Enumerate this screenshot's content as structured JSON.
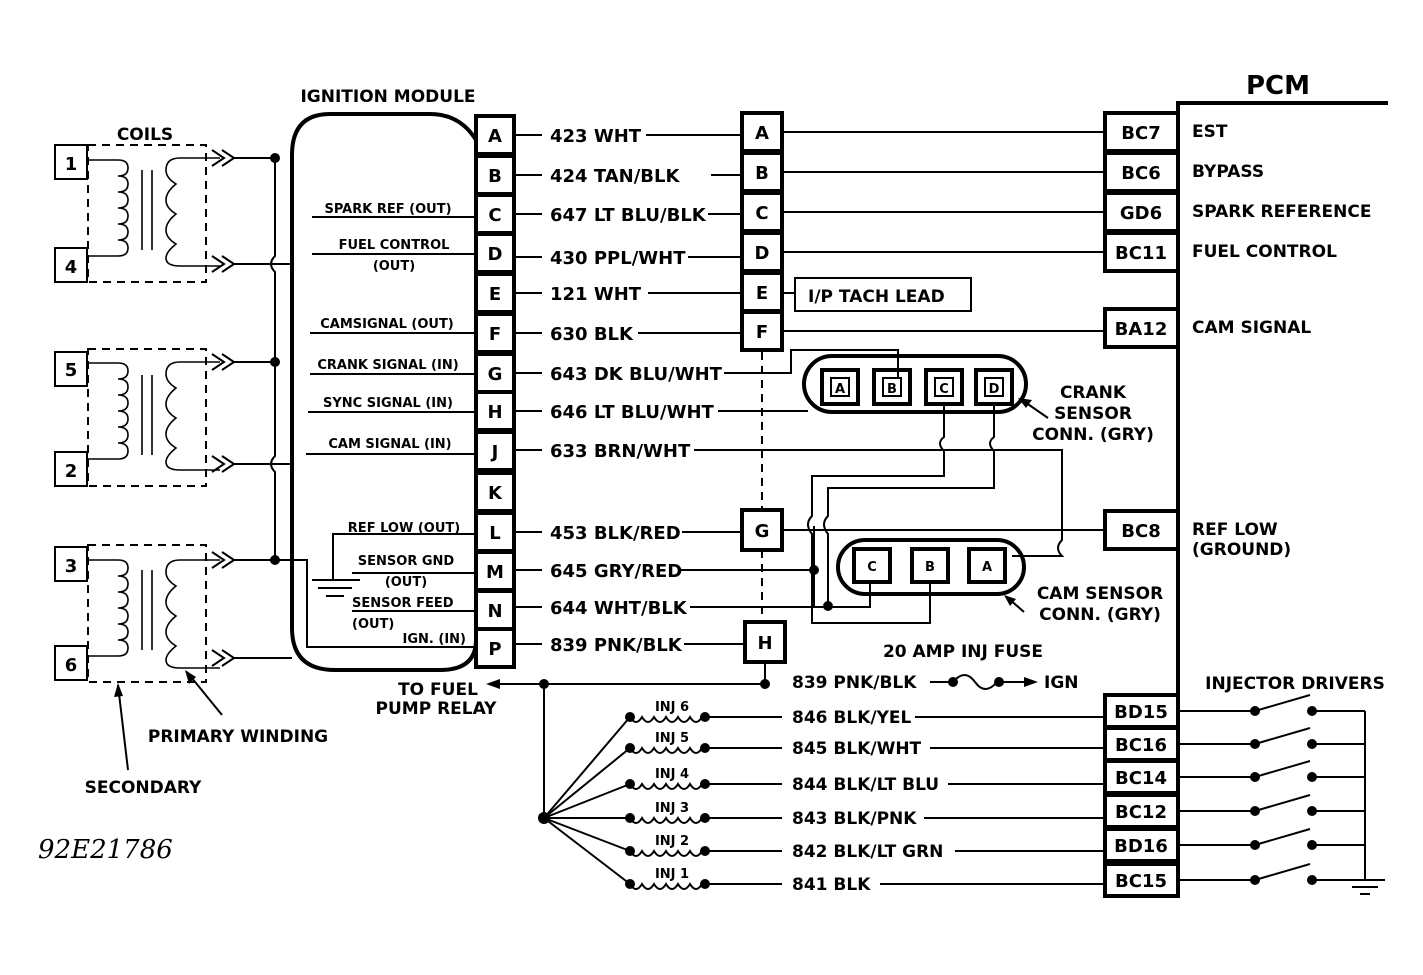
{
  "diagram": {
    "figure_id": "92E21786",
    "ignition_module": {
      "title": "IGNITION MODULE",
      "pins": [
        "A",
        "B",
        "C",
        "D",
        "E",
        "F",
        "G",
        "H",
        "J",
        "K",
        "L",
        "M",
        "N",
        "P"
      ],
      "internal_labels": {
        "C": "SPARK REF (OUT)",
        "D_1": "FUEL CONTROL",
        "D_2": "(OUT)",
        "F": "CAMSIGNAL (OUT)",
        "G": "CRANK SIGNAL (IN)",
        "H": "SYNC SIGNAL (IN)",
        "J": "CAM SIGNAL (IN)",
        "L": "REF LOW (OUT)",
        "M_1": "SENSOR GND",
        "M_2": "(OUT)",
        "N_1": "SENSOR FEED",
        "N_2": "(OUT)",
        "P": "IGN. (IN)"
      }
    },
    "coils": {
      "title": "COILS",
      "terminals": [
        "1",
        "4",
        "5",
        "2",
        "3",
        "6"
      ],
      "primary_label": "PRIMARY WINDING",
      "secondary_label": "SECONDARY"
    },
    "wires": [
      {
        "pin": "A",
        "circuit": "423 WHT"
      },
      {
        "pin": "B",
        "circuit": "424 TAN/BLK"
      },
      {
        "pin": "C",
        "circuit": "647 LT BLU/BLK"
      },
      {
        "pin": "D",
        "circuit": "430 PPL/WHT"
      },
      {
        "pin": "E",
        "circuit": "121 WHT"
      },
      {
        "pin": "F",
        "circuit": "630 BLK"
      },
      {
        "pin": "G",
        "circuit": "643 DK BLU/WHT"
      },
      {
        "pin": "H",
        "circuit": "646 LT BLU/WHT"
      },
      {
        "pin": "J",
        "circuit": "633 BRN/WHT"
      },
      {
        "pin": "L",
        "circuit": "453 BLK/RED"
      },
      {
        "pin": "M",
        "circuit": "645 GRY/RED"
      },
      {
        "pin": "N",
        "circuit": "644 WHT/BLK"
      },
      {
        "pin": "P",
        "circuit": "839 PNK/BLK"
      }
    ],
    "connector": {
      "pins_upper": [
        "A",
        "B",
        "C",
        "D",
        "E",
        "F"
      ],
      "pin_g": "G",
      "pin_h": "H",
      "tach_lead": "I/P TACH LEAD"
    },
    "crank_sensor": {
      "pins": [
        "A",
        "B",
        "C",
        "D"
      ],
      "label_1": "CRANK",
      "label_2": "SENSOR",
      "label_3": "CONN. (GRY)"
    },
    "cam_sensor": {
      "pins": [
        "C",
        "B",
        "A"
      ],
      "label_1": "CAM SENSOR",
      "label_2": "CONN. (GRY)"
    },
    "pcm": {
      "title": "PCM",
      "terminals": [
        {
          "pin": "BC7",
          "function": "EST"
        },
        {
          "pin": "BC6",
          "function": "BYPASS"
        },
        {
          "pin": "GD6",
          "function": "SPARK REFERENCE"
        },
        {
          "pin": "BC11",
          "function": "FUEL CONTROL"
        },
        {
          "pin": "BA12",
          "function": "CAM SIGNAL"
        },
        {
          "pin": "BC8",
          "function": "REF LOW",
          "function_2": "(GROUND)"
        }
      ],
      "injector_drivers_label": "INJECTOR DRIVERS",
      "injector_terminals": [
        "BD15",
        "BC16",
        "BC14",
        "BC12",
        "BD16",
        "BC15"
      ]
    },
    "fuse": {
      "label": "20 AMP INJ FUSE",
      "circuit": "839 PNK/BLK",
      "ign": "IGN"
    },
    "fuel_pump": {
      "line1": "TO FUEL",
      "line2": "PUMP RELAY"
    },
    "injectors": [
      {
        "name": "INJ 6",
        "circuit": "846 BLK/YEL"
      },
      {
        "name": "INJ 5",
        "circuit": "845 BLK/WHT"
      },
      {
        "name": "INJ 4",
        "circuit": "844 BLK/LT BLU"
      },
      {
        "name": "INJ 3",
        "circuit": "843 BLK/PNK"
      },
      {
        "name": "INJ 2",
        "circuit": "842 BLK/LT GRN"
      },
      {
        "name": "INJ 1",
        "circuit": "841 BLK"
      }
    ]
  }
}
